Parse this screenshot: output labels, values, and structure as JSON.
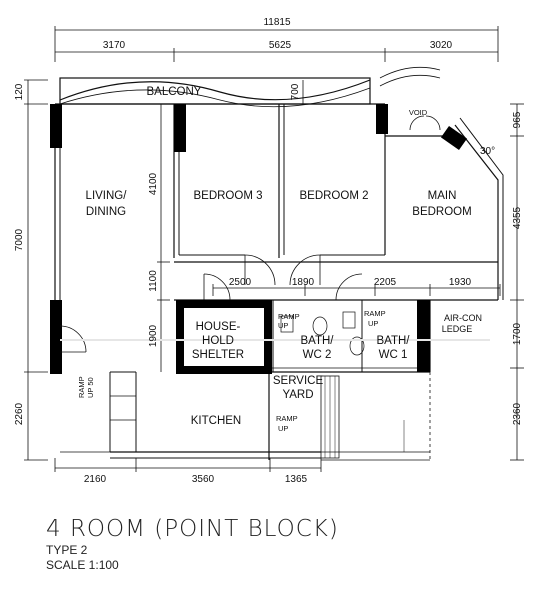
{
  "plan": {
    "title": "4 ROOM (POINT BLOCK)",
    "type": "TYPE 2",
    "scale": "SCALE 1:100",
    "dimensions": {
      "total_width": "11815",
      "top": [
        "3170",
        "5625",
        "3020"
      ],
      "bottom": [
        "2160",
        "3560",
        "1365"
      ],
      "mid_row": [
        "2500",
        "1890",
        "2205",
        "1930"
      ],
      "left": [
        "120",
        "7000",
        "2260"
      ],
      "inner_left": [
        "4100",
        "1100",
        "1900"
      ],
      "right": [
        "965",
        "4355",
        "1700",
        "2360"
      ],
      "balcony_depth": "700"
    },
    "rooms": {
      "balcony": "BALCONY",
      "void": "VOID",
      "living_dining_1": "LIVING/",
      "living_dining_2": "DINING",
      "bedroom3": "BEDROOM 3",
      "bedroom2": "BEDROOM 2",
      "main_bedroom_1": "MAIN",
      "main_bedroom_2": "BEDROOM",
      "household_shelter_1": "HOUSE-",
      "household_shelter_2": "HOLD",
      "household_shelter_3": "SHELTER",
      "bath2_1": "BATH/",
      "bath2_2": "WC 2",
      "bath1_1": "BATH/",
      "bath1_2": "WC 1",
      "aircon_1": "AIR-CON",
      "aircon_2": "LEDGE",
      "service_yard_1": "SERVICE",
      "service_yard_2": "YARD",
      "kitchen": "KITCHEN"
    },
    "notes": {
      "ramp_up": "RAMP UP",
      "ramp_up_50_1": "RAMP",
      "ramp_up_50_2": "UP 50",
      "angle": "30°"
    }
  }
}
